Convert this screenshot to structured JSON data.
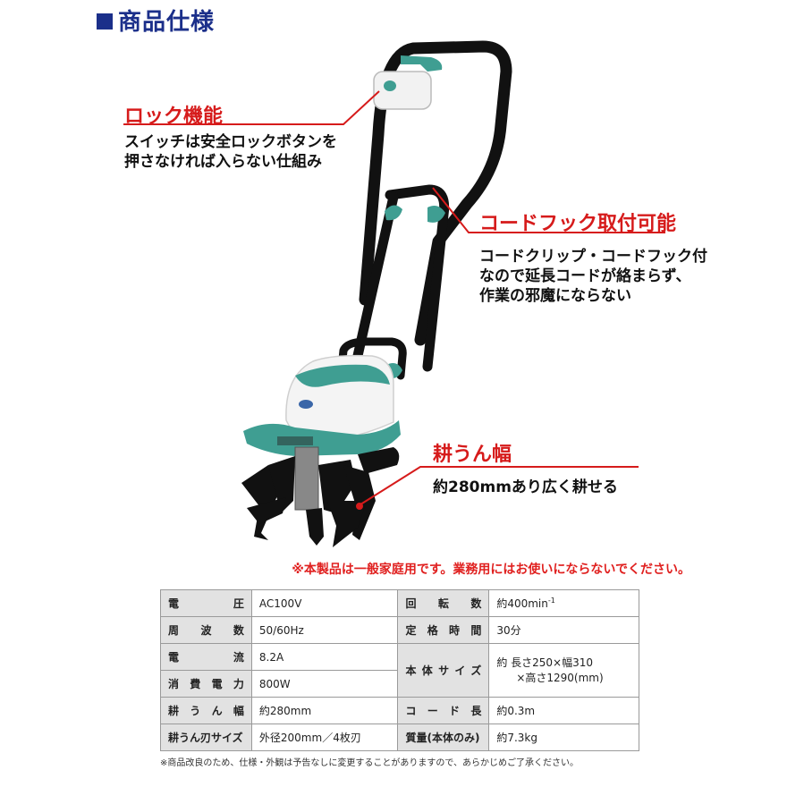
{
  "heading": "商品仕様",
  "features": [
    {
      "title": "ロック機能",
      "desc": [
        "スイッチは安全ロックボタンを",
        "押さなければ入らない仕組み"
      ]
    },
    {
      "title": "コードフック取付可能",
      "desc": [
        "コードクリップ・コードフック付",
        "なので延長コードが絡まらず、",
        "作業の邪魔にならない"
      ]
    },
    {
      "title": "耕うん幅",
      "desc": [
        "約280mmあり広く耕せる"
      ]
    }
  ],
  "notice": "※本製品は一般家庭用です。業務用にはお使いにならないでください。",
  "spec": {
    "rows": [
      {
        "k1": "電圧",
        "v1": "AC100V",
        "k2": "回転数",
        "v2": "約400min",
        "v2_sup": "-1"
      },
      {
        "k1": "周波数",
        "v1": "50/60Hz",
        "k2": "定格時間",
        "v2": "30分"
      },
      {
        "k1": "電流",
        "v1": "8.2A",
        "k2": "本体サイズ",
        "v2a": "約 長さ250×幅310",
        "v2b": "×高さ1290(mm)"
      },
      {
        "k1": "消費電力",
        "v1": "800W"
      },
      {
        "k1": "耕うん幅",
        "v1": "約280mm",
        "k2": "コード長",
        "v2": "約0.3m"
      },
      {
        "k1": "耕うん刃サイズ",
        "v1": "外径200mm／4枚刃",
        "k2": "質量(本体のみ)",
        "v2": "約7.3kg"
      }
    ]
  },
  "footnote": "※商品改良のため、仕様・外観は予告なしに変更することがありますので、あらかじめご了承ください。",
  "colors": {
    "accent": "#d61b1b",
    "heading": "#1b2f8a",
    "body_teal": "#3f9e92"
  }
}
